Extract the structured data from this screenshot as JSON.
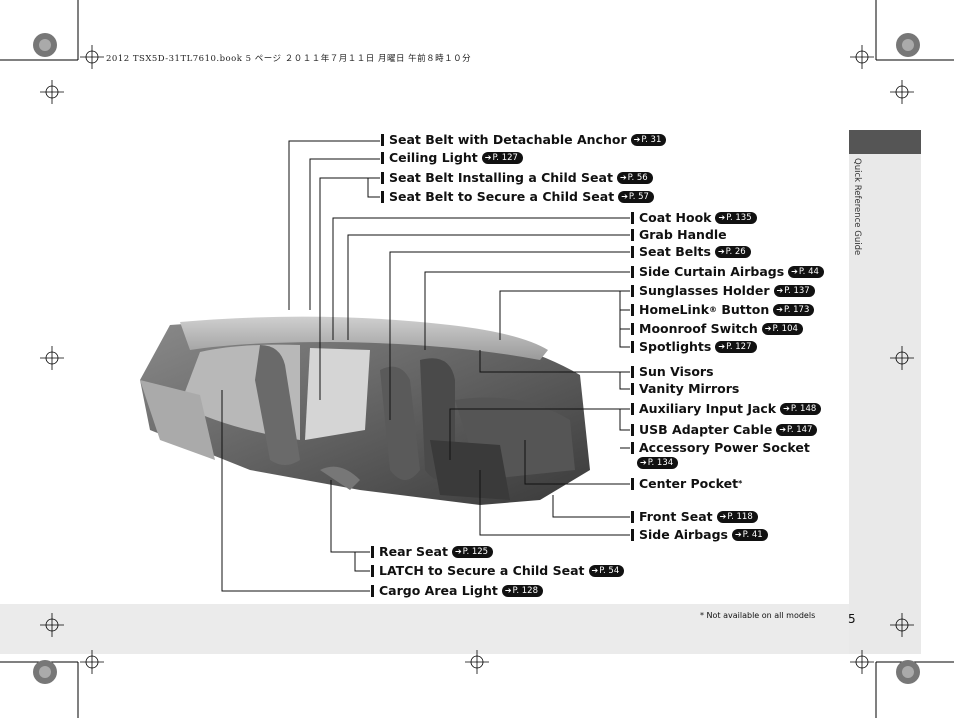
{
  "header": {
    "text": "2012 TSX5D-31TL7610.book  5 ページ  ２０１１年７月１１日  月曜日  午前８時１０分"
  },
  "side": {
    "label": "Quick Reference Guide"
  },
  "footer": {
    "footnote": "* Not available on all models",
    "page_number": "5"
  },
  "labels": {
    "seat_belt_anchor": {
      "text": "Seat Belt with Detachable Anchor",
      "ref": "P. 31"
    },
    "ceiling_light": {
      "text": "Ceiling Light",
      "ref": "P. 127"
    },
    "seat_belt_child": {
      "text": "Seat Belt Installing a Child Seat",
      "ref": "P. 56"
    },
    "seat_belt_secure": {
      "text": "Seat Belt to Secure a Child Seat",
      "ref": "P. 57"
    },
    "coat_hook": {
      "text": "Coat Hook",
      "ref": "P. 135"
    },
    "grab_handle": {
      "text": "Grab Handle"
    },
    "seat_belts": {
      "text": "Seat Belts",
      "ref": "P. 26"
    },
    "side_curtain": {
      "text": "Side Curtain Airbags",
      "ref": "P. 44"
    },
    "sunglasses": {
      "text": "Sunglasses Holder",
      "ref": "P. 137"
    },
    "homelink": {
      "text": "HomeLink",
      "sup": "®",
      "text2": " Button",
      "ref": "P. 173"
    },
    "moonroof": {
      "text": "Moonroof Switch",
      "ref": "P. 104"
    },
    "spotlights": {
      "text": "Spotlights",
      "ref": "P. 127"
    },
    "sun_visors": {
      "text": "Sun Visors"
    },
    "vanity": {
      "text": "Vanity Mirrors"
    },
    "aux_jack": {
      "text": "Auxiliary Input Jack",
      "ref": "P. 148"
    },
    "usb": {
      "text": "USB Adapter Cable",
      "ref": "P. 147"
    },
    "power_socket": {
      "text": "Accessory Power Socket",
      "ref": "P. 134"
    },
    "center_pocket": {
      "text": "Center Pocket",
      "sup": "*"
    },
    "front_seat": {
      "text": "Front Seat",
      "ref": "P. 118"
    },
    "side_airbags": {
      "text": "Side Airbags",
      "ref": "P. 41"
    },
    "rear_seat": {
      "text": "Rear Seat",
      "ref": "P. 125"
    },
    "latch": {
      "text": "LATCH to Secure a Child Seat",
      "ref": "P. 54"
    },
    "cargo_light": {
      "text": "Cargo Area Light",
      "ref": "P. 128"
    }
  }
}
